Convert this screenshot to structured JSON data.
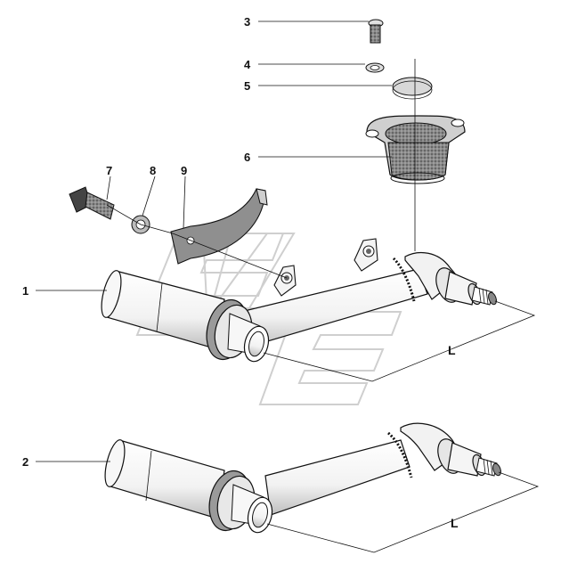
{
  "callouts": [
    {
      "number": "1"
    },
    {
      "number": "2"
    },
    {
      "number": "3"
    },
    {
      "number": "4"
    },
    {
      "number": "5"
    },
    {
      "number": "6"
    },
    {
      "number": "7"
    },
    {
      "number": "8"
    },
    {
      "number": "9"
    }
  ],
  "dimensions": [
    {
      "label": "L"
    },
    {
      "label": "L"
    }
  ],
  "colors": {
    "line": "#111111",
    "part_fill": "#ffffff",
    "shade": "#555555",
    "watermark": "#cfcfcf"
  }
}
